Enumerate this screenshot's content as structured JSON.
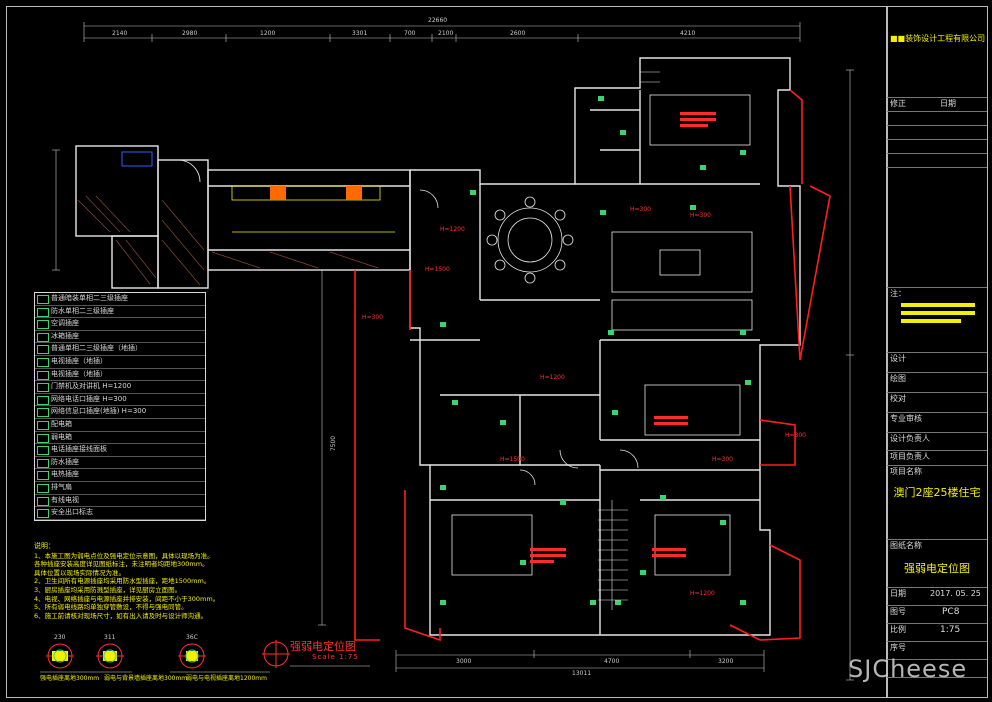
{
  "title_block": {
    "company": "■■装饰设计工程有限公司",
    "revise_label": "修正",
    "date_label": "日期",
    "notes_label": "注：",
    "design_label": "设计",
    "draw_label": "绘图",
    "check_label": "校对",
    "review_label": "专业审核",
    "design_lead_label": "设计负责人",
    "project_lead_label": "项目负责人",
    "project_name_label": "项目名称",
    "project_name": "澳门2座25楼住宅",
    "drawing_name_label": "图纸名称",
    "drawing_name": "强弱电定位图",
    "date_row_label": "日期",
    "date_value": "2017. 05. 25",
    "drawing_no_label": "图号",
    "drawing_no": "PC8",
    "scale_label": "比例",
    "scale_value": "1:75",
    "seq_label": "序号"
  },
  "legend": {
    "rows": [
      "普通暗装单相二三级插座",
      "防水单相二三级插座",
      "空调插座",
      "冰箱插座",
      "普通单相二三级插座（地插）",
      "电视插座（地插）",
      "电视插座（地插）",
      "门禁机及对讲机 H=1200",
      "网络电话口插座 H=300",
      "网络信息口插座(地插) H=300",
      "配电箱",
      "弱电箱",
      "电话插座接线面板",
      "防水插座",
      "电热插座",
      "排气扇",
      "有线电视",
      "安全出口标志"
    ]
  },
  "notes": {
    "heading": "说明：",
    "lines": [
      "1、本施工图为弱电点位及强电定位示意图，具体以现场为准。",
      "   各种插座安装高度详见图纸标注，未注明者均距地300mm。",
      "   具体位置以现场实际情况为准。",
      "2、卫生间所有电源插座均采用防水型插座，距地1500mm。",
      "3、厨房插座均采用防溅型插座，详见厨房立面图。",
      "4、电视、网络插座与电源插座并排安装，间距不小于300mm。",
      "5、所有弱电线路均单独穿管敷设，不得与强电同管。",
      "6、施工前请核对现场尺寸，如有出入请及时与设计师沟通。"
    ]
  },
  "symbols": {
    "s1": "230",
    "s2": "311",
    "s3": "36C",
    "l1": "强电插座离地300mm",
    "l2": "弱电与背景墙插座离地300mm",
    "l3": "弱电与电视插座离地1200mm"
  },
  "dimensions": {
    "top_total": "22660",
    "top_segments": [
      "2140",
      "2980",
      "1200",
      "3301",
      "700",
      "2100",
      "2600",
      "4210"
    ],
    "bottom_segments": [
      "3000",
      "4700",
      "3200"
    ],
    "bottom_total": "13011",
    "left_height": "7500"
  },
  "plan": {
    "title": "强弱电定位图",
    "subtitle": "Scale 1:75",
    "callouts": [
      "H=1200",
      "H=300",
      "H=300",
      "H=1500",
      "H=300",
      "H=1200",
      "H=300",
      "H=1500",
      "H=300",
      "H=1200"
    ]
  },
  "watermark": "SJCheese"
}
